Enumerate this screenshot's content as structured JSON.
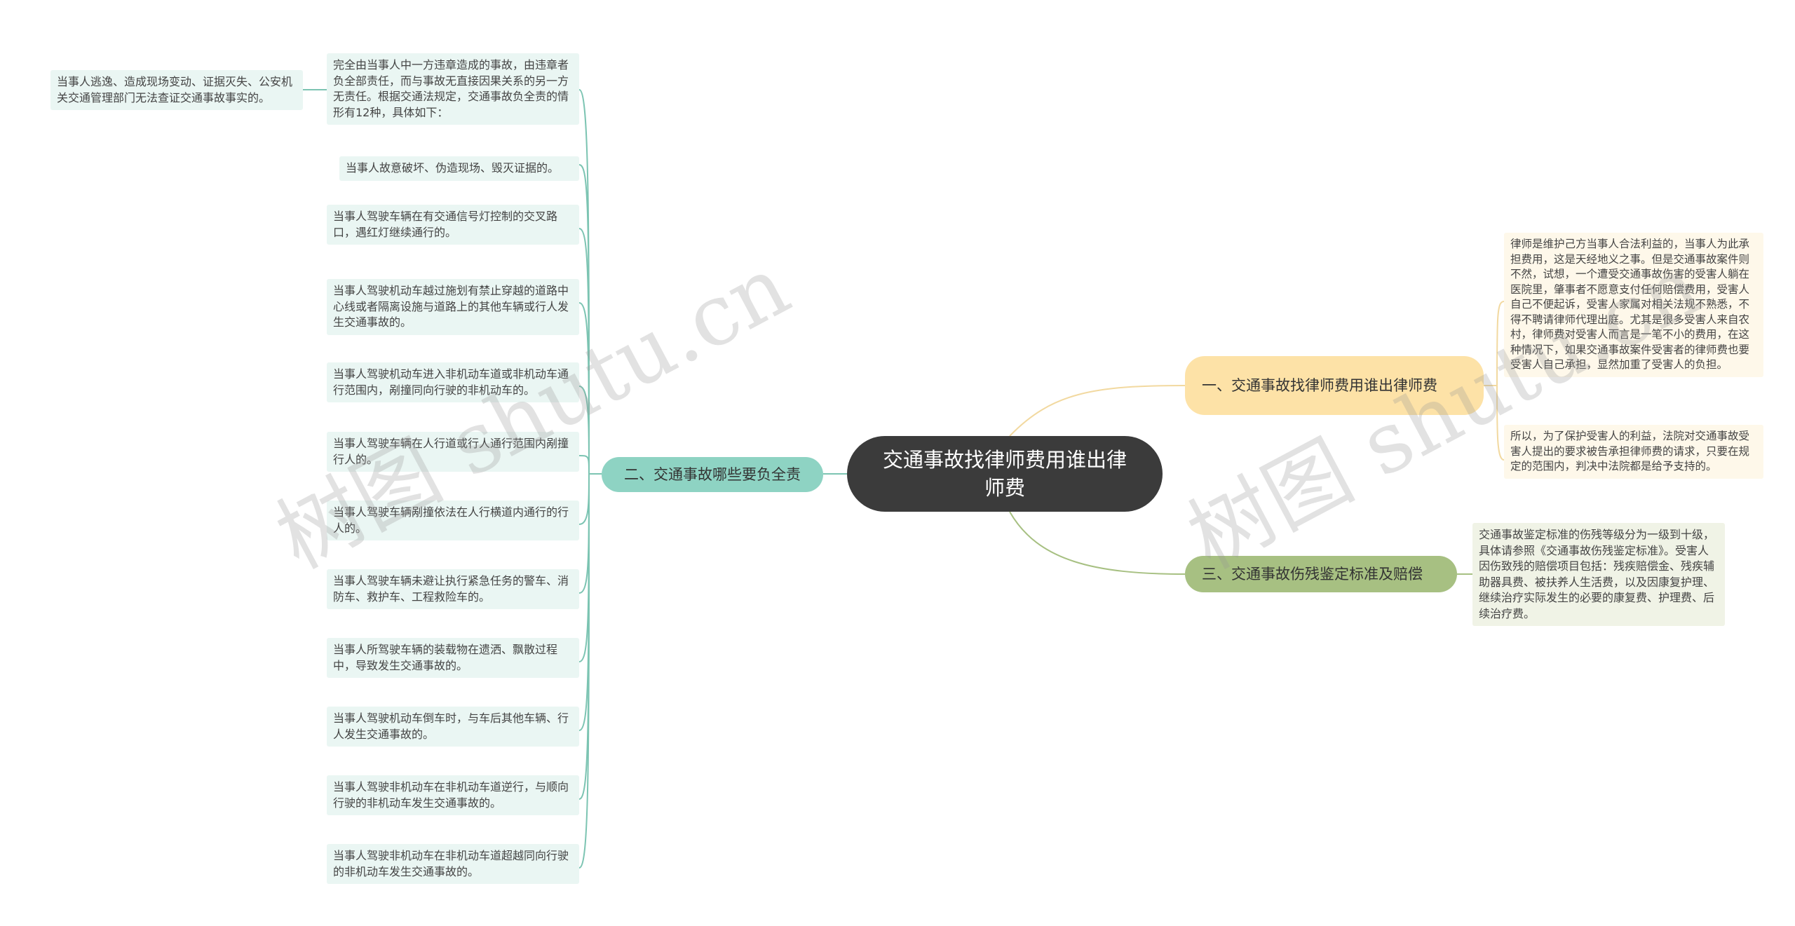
{
  "root": {
    "title": "交通事故找律师费用谁出律师费"
  },
  "branches": {
    "right1": {
      "label": "一、交通事故找律师费用谁出律师费",
      "leaves": [
        "律师是维护己方当事人合法利益的，当事人为此承担费用，这是天经地义之事。但是交通事故案件则不然，试想，一个遭受交通事故伤害的受害人躺在医院里，肇事者不愿意支付任何赔偿费用，受害人自己不便起诉，受害人家属对相关法规不熟悉，不得不聘请律师代理出庭。尤其是很多受害人来自农村，律师费对受害人而言是一笔不小的费用，在这种情况下，如果交通事故案件受害者的律师费也要受害人自己承担，显然加重了受害人的负担。",
        "所以，为了保护受害人的利益，法院对交通事故受害人提出的要求被告承担律师费的请求，只要在规定的范围内，判决中法院都是给予支持的。"
      ]
    },
    "left": {
      "label": "二、交通事故哪些要负全责",
      "outer_leaf": "当事人逃逸、造成现场变动、证据灭失、公安机关交通管理部门无法查证交通事故事实的。",
      "leaves": [
        "完全由当事人中一方违章造成的事故，由违章者负全部责任，而与事故无直接因果关系的另一方无责任。根据交通法规定，交通事故负全责的情形有12种，具体如下：",
        "当事人故意破坏、伪造现场、毁灭证据的。",
        "当事人驾驶车辆在有交通信号灯控制的交叉路口，遇红灯继续通行的。",
        "当事人驾驶机动车越过施划有禁止穿越的道路中心线或者隔离设施与道路上的其他车辆或行人发生交通事故的。",
        "当事人驾驶机动车进入非机动车道或非机动车通行范围内，剐撞同向行驶的非机动车的。",
        "当事人驾驶车辆在人行道或行人通行范围内剐撞行人的。",
        "当事人驾驶车辆剐撞依法在人行横道内通行的行人的。",
        "当事人驾驶车辆未避让执行紧急任务的警车、消防车、救护车、工程救险车的。",
        "当事人所驾驶车辆的装载物在遗洒、飘散过程中，导致发生交通事故的。",
        "当事人驾驶机动车倒车时，与车后其他车辆、行人发生交通事故的。",
        "当事人驾驶非机动车在非机动车道逆行，与顺向行驶的非机动车发生交通事故的。",
        "当事人驾驶非机动车在非机动车道超越同向行驶的非机动车发生交通事故的。"
      ]
    },
    "right3": {
      "label": "三、交通事故伤残鉴定标准及赔偿",
      "leaves": [
        "交通事故鉴定标准的伤残等级分为一级到十级，具体请参照《交通事故伤残鉴定标准》。受害人因伤致残的赔偿项目包括：残疾赔偿金、残疾辅助器具费、被扶养人生活费，以及因康复护理、继续治疗实际发生的必要的康复费、护理费、后续治疗费。"
      ]
    }
  },
  "watermarks": [
    "树图 shutu.cn",
    "树图 shutu.cn"
  ],
  "colors": {
    "root": "#3b3b3b",
    "left_branch": "#8ed3c3",
    "right1_branch": "#fde2a7",
    "right3_branch": "#a7c082",
    "left_line": "#7cc4b2",
    "right1_line": "#f2d9a0",
    "right3_line": "#a7c082"
  }
}
